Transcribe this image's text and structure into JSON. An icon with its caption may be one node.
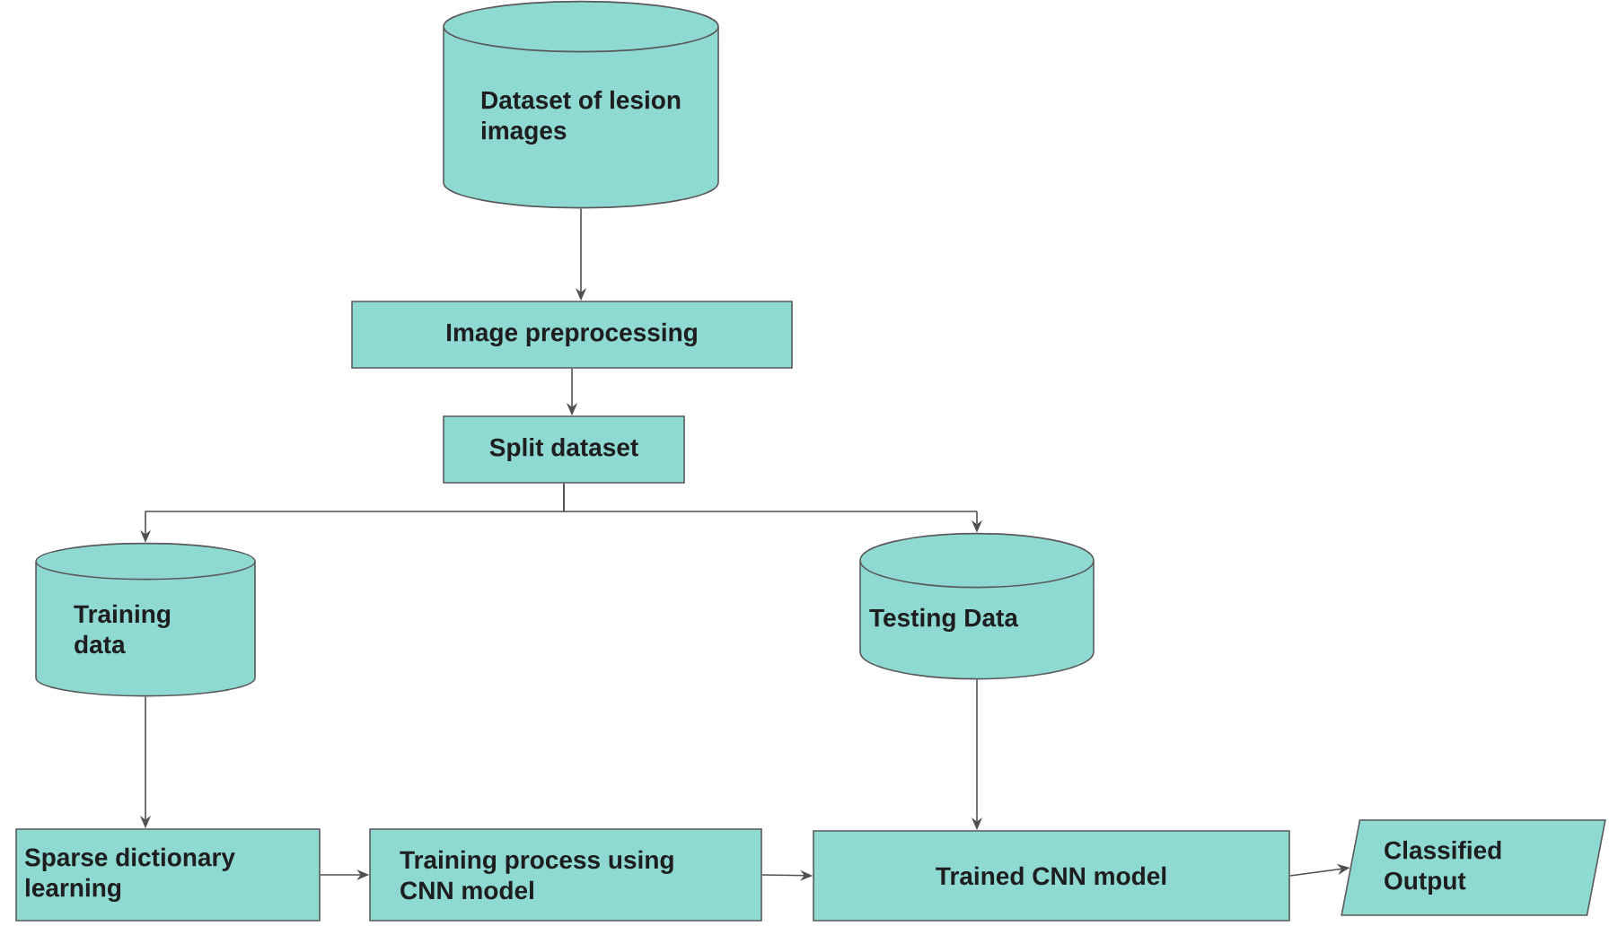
{
  "diagram": {
    "nodes": [
      {
        "text": [
          "Dataset of lesion images"
        ]
      },
      {
        "text": [
          "Image preprocessing"
        ]
      },
      {
        "text": [
          "Split dataset"
        ]
      },
      {
        "text": [
          "Training data"
        ]
      },
      {
        "text": [
          "Testing Data"
        ]
      },
      {
        "text": [
          "Sparse dictionary learning"
        ]
      },
      {
        "text": [
          "Training process using CNN model"
        ]
      },
      {
        "text": [
          "Trained CNN model"
        ]
      },
      {
        "text": [
          "Classified Output"
        ]
      }
    ],
    "edges": [
      {
        "from": 0,
        "to": 1,
        "arrow": "to"
      },
      {
        "from": 1,
        "to": 2,
        "arrow": "to"
      },
      {
        "from": 2,
        "to": 3,
        "arrow": "to"
      },
      {
        "from": 2,
        "to": 4,
        "arrow": "to"
      },
      {
        "from": 3,
        "to": 5,
        "arrow": "to"
      },
      {
        "from": 4,
        "to": 7,
        "arrow": "to"
      },
      {
        "from": 5,
        "to": 6,
        "arrow": "to"
      },
      {
        "from": 6,
        "to": 7,
        "arrow": "to"
      },
      {
        "from": 7,
        "to": 8,
        "arrow": "to"
      }
    ]
  }
}
